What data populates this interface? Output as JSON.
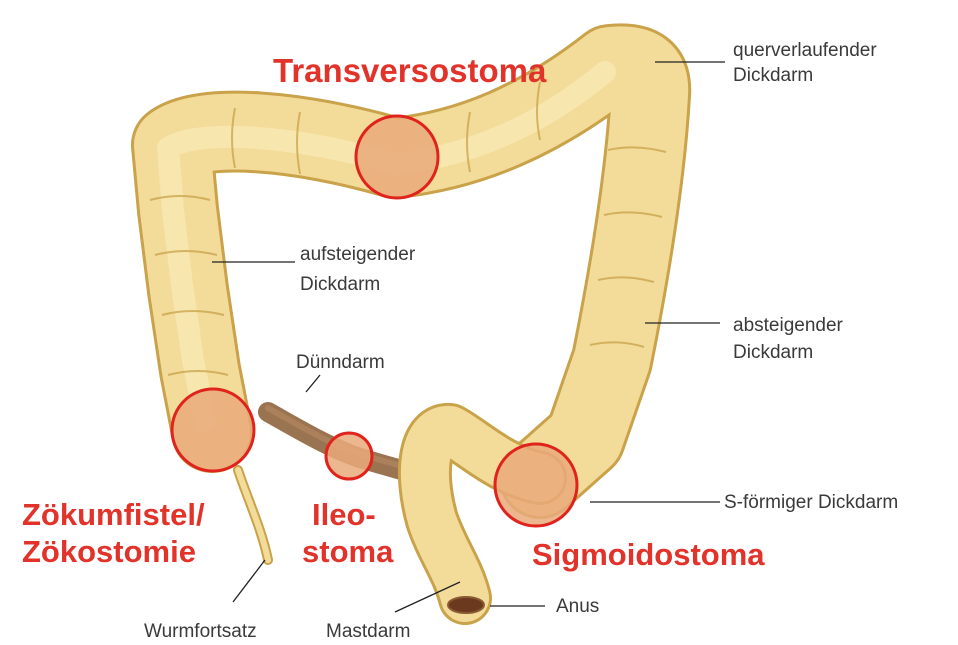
{
  "colors": {
    "colon_fill": "#f3dc9a",
    "colon_outline": "#c9a24a",
    "stoma_fill": "#e9a97a",
    "stoma_ring": "#e0231c",
    "small_intestine": "#9a7350",
    "label_red": "#e2332b",
    "label_text": "#3a3a3a"
  },
  "stoma_labels": {
    "transversostoma": "Transversostoma",
    "zoekum_line1": "Zökumfistel/",
    "zoekum_line2": "Zökostomie",
    "ileo_line1": "Ileo-",
    "ileo_line2": "stoma",
    "sigmoidostoma": "Sigmoidostoma"
  },
  "anatomy_labels": {
    "querverlaufender_1": "querverlaufender",
    "querverlaufender_2": "Dickdarm",
    "aufsteigender_1": "aufsteigender",
    "aufsteigender_2": "Dickdarm",
    "absteigender_1": "absteigender",
    "absteigender_2": "Dickdarm",
    "duenndarm": "Dünndarm",
    "s_foermiger": "S-förmiger Dickdarm",
    "anus": "Anus",
    "wurmfortsatz": "Wurmfortsatz",
    "mastdarm": "Mastdarm"
  }
}
